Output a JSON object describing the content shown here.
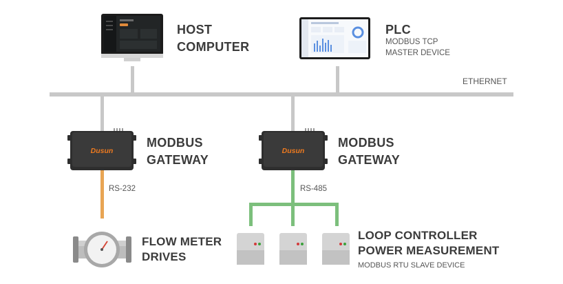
{
  "host": {
    "line1": "HOST",
    "line2": "COMPUTER"
  },
  "plc": {
    "title": "PLC",
    "sub1": "MODBUS TCP",
    "sub2": "MASTER DEVICE"
  },
  "ethernet_label": "ETHERNET",
  "gateway_left": {
    "line1": "MODBUS",
    "line2": "GATEWAY",
    "brand": "Dusun"
  },
  "gateway_right": {
    "line1": "MODBUS",
    "line2": "GATEWAY",
    "brand": "Dusun"
  },
  "link_left": "RS-232",
  "link_right": "RS-485",
  "flow": {
    "line1": "FLOW METER",
    "line2": "DRIVES"
  },
  "loop": {
    "line1": "LOOP CONTROLLER",
    "line2": "POWER MEASUREMENT",
    "sub": "MODBUS RTU SLAVE DEVICE"
  },
  "colors": {
    "bus": "#c8c8c8",
    "rs232": "#e8a554",
    "rs485": "#7cbf7c",
    "brand": "#ee7a1f"
  }
}
